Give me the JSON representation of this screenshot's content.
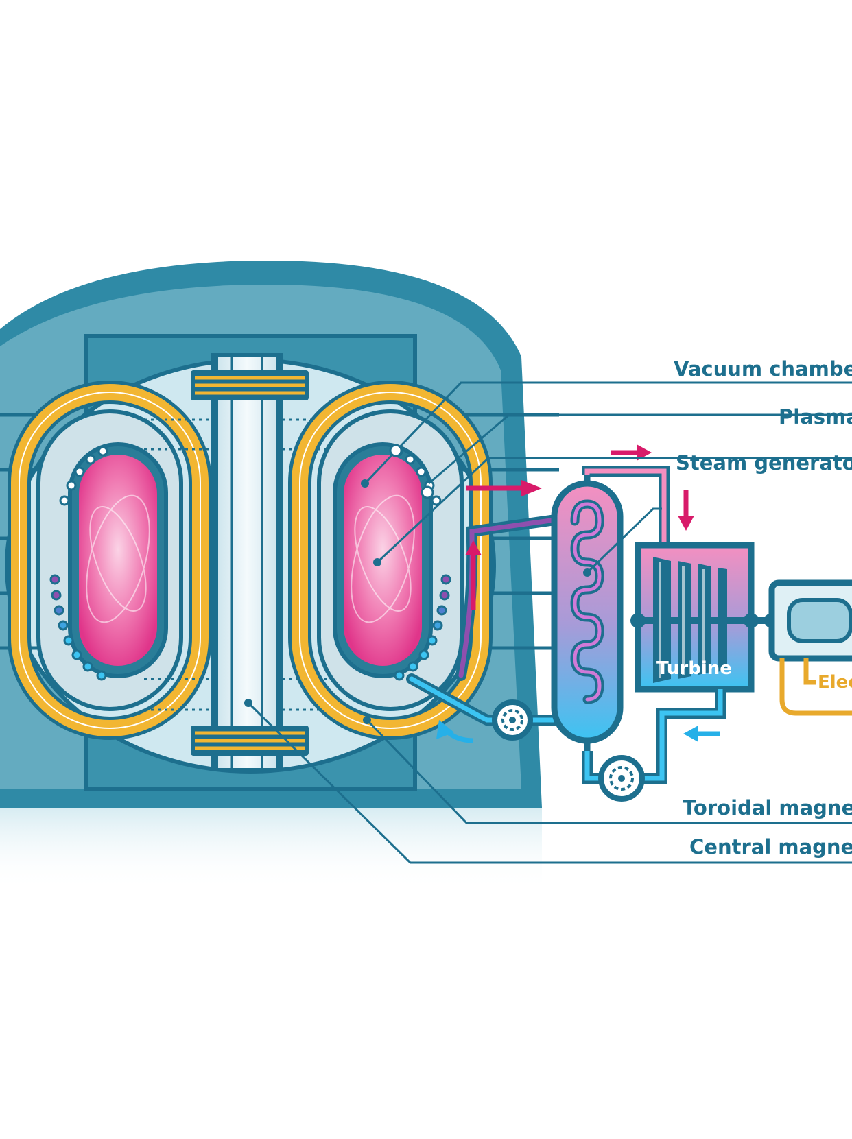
{
  "labels": {
    "vacuum_chamber": "Vacuum chamber",
    "plasma": "Plasma",
    "steam_generator": "Steam generator",
    "turbine": "Turbine",
    "electricity_partial": "Elec",
    "toroidal_magnet": "Toroidal magnet",
    "central_magnet": "Central magnet"
  },
  "colors": {
    "outline": "#1d6f8e",
    "shell": "#2f8aa6",
    "shell_light": "#bfe2ec",
    "coil_yellow": "#f2b632",
    "plasma_pink": "#e0358a",
    "hot_arrow": "#d81b6a",
    "cold_arrow": "#26b0e8",
    "electricity_line": "#e8a92c"
  },
  "icons": {
    "pump": "pump-icon",
    "generator": "generator-icon"
  }
}
